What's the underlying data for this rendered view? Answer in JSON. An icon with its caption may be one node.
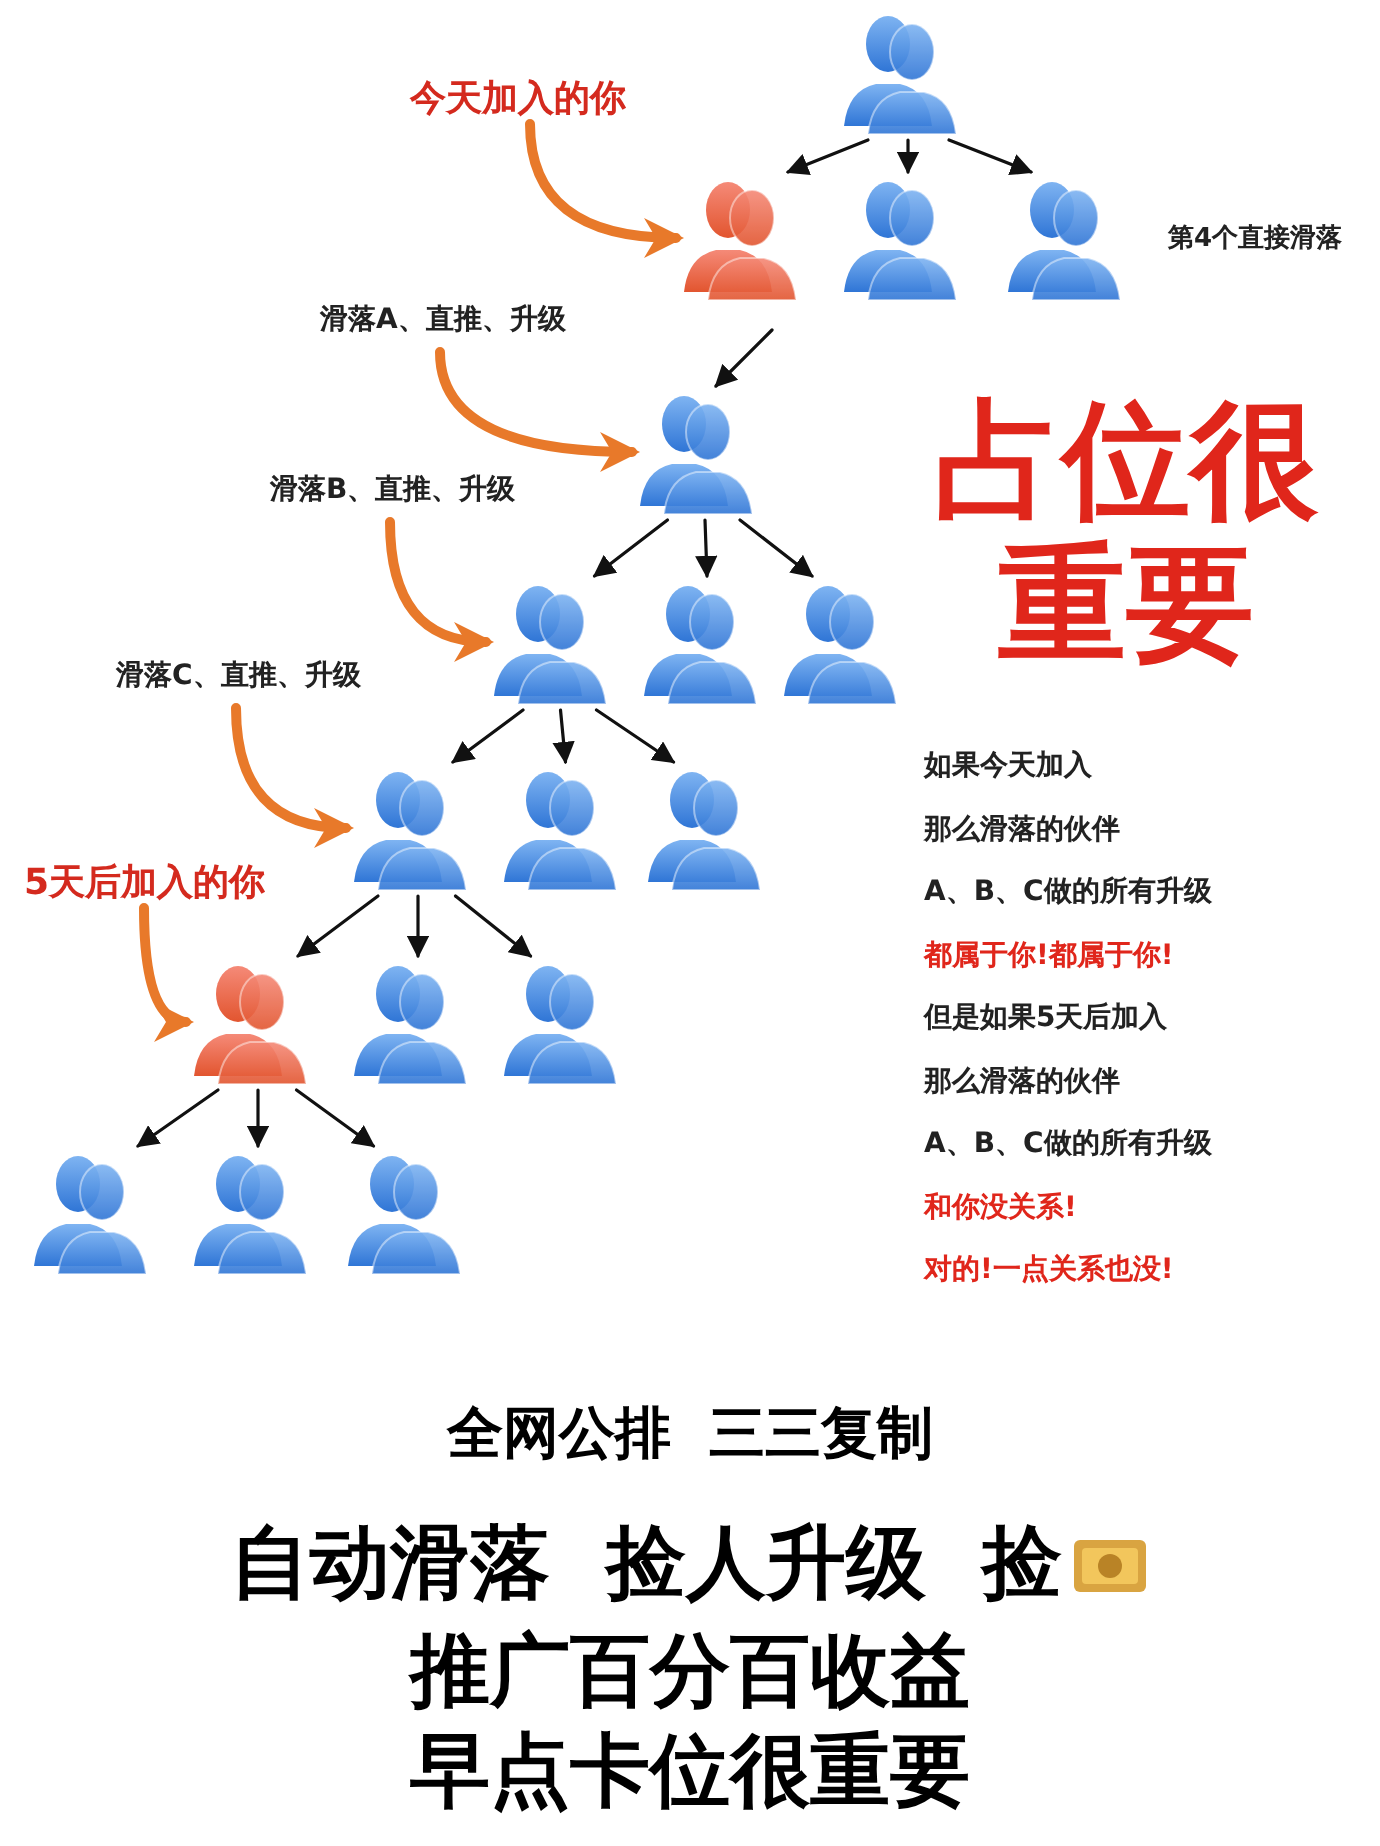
{
  "diagram": {
    "nodes": [
      {
        "text": [],
        "shape": "person"
      },
      {
        "text": [
          "今天加入的你"
        ]
      },
      {
        "text": [],
        "shape": "person"
      },
      {
        "text": [],
        "shape": "person"
      },
      {
        "text": [],
        "shape": "person",
        "beside": [
          "第4个直接滑落"
        ]
      },
      {
        "text": [
          "滑落A、直推、升级"
        ]
      },
      {
        "text": [],
        "shape": "person"
      },
      {
        "text": [
          "滑落B、直推、升级"
        ]
      },
      {
        "text": [],
        "shape": "person"
      },
      {
        "text": [],
        "shape": "person"
      },
      {
        "text": [],
        "shape": "person"
      },
      {
        "text": [
          "滑落C、直推、升级"
        ]
      },
      {
        "text": [],
        "shape": "person"
      },
      {
        "text": [],
        "shape": "person"
      },
      {
        "text": [],
        "shape": "person"
      },
      {
        "text": [
          "5天后加入的你"
        ]
      },
      {
        "text": [],
        "shape": "person"
      },
      {
        "text": [],
        "shape": "person"
      },
      {
        "text": [],
        "shape": "person"
      },
      {
        "text": [],
        "shape": "person"
      },
      {
        "text": [],
        "shape": "person"
      },
      {
        "text": [],
        "shape": "person"
      }
    ],
    "edges": [
      {
        "from": 0,
        "to": 2,
        "arrow": "to"
      },
      {
        "from": 0,
        "to": 3,
        "arrow": "to"
      },
      {
        "from": 0,
        "to": 4,
        "arrow": "to"
      },
      {
        "from": 1,
        "to": 2,
        "arrow": "to",
        "style": "thick",
        "color": "#e8792a"
      },
      {
        "from": null,
        "to": 6,
        "arrow": "to"
      },
      {
        "from": 5,
        "to": 6,
        "arrow": "to",
        "style": "thick",
        "color": "#e8792a"
      },
      {
        "from": 6,
        "to": 8,
        "arrow": "to"
      },
      {
        "from": 6,
        "to": 9,
        "arrow": "to"
      },
      {
        "from": 6,
        "to": 10,
        "arrow": "to"
      },
      {
        "from": 7,
        "to": 8,
        "arrow": "to",
        "style": "thick",
        "color": "#e8792a"
      },
      {
        "from": 8,
        "to": 12,
        "arrow": "to"
      },
      {
        "from": 8,
        "to": 13,
        "arrow": "to"
      },
      {
        "from": 8,
        "to": 14,
        "arrow": "to"
      },
      {
        "from": 11,
        "to": 12,
        "arrow": "to",
        "style": "thick",
        "color": "#e8792a"
      },
      {
        "from": 12,
        "to": 16,
        "arrow": "to"
      },
      {
        "from": 12,
        "to": 17,
        "arrow": "to"
      },
      {
        "from": 12,
        "to": 18,
        "arrow": "to"
      },
      {
        "from": 15,
        "to": 16,
        "arrow": "to",
        "style": "thick",
        "color": "#e8792a"
      },
      {
        "from": 16,
        "to": 19,
        "arrow": "to"
      },
      {
        "from": 16,
        "to": 20,
        "arrow": "to"
      },
      {
        "from": 16,
        "to": 21,
        "arrow": "to"
      }
    ],
    "labels": [
      "占位很重要",
      "如果今天加入",
      "那么滑落的伙伴",
      "A、B、C做的**所有升级**",
      "都属于你!都属于你!",
      "但是如果5天后加入",
      "那么滑落的伙伴",
      "A、B、C做的**所有升级**",
      "和你没关系!",
      "对的!一点关系也没!",
      "全网公排  三三复制",
      "自动滑落  捡人升级  捡",
      "推广百分百收益",
      "早点卡位很重要"
    ]
  }
}
